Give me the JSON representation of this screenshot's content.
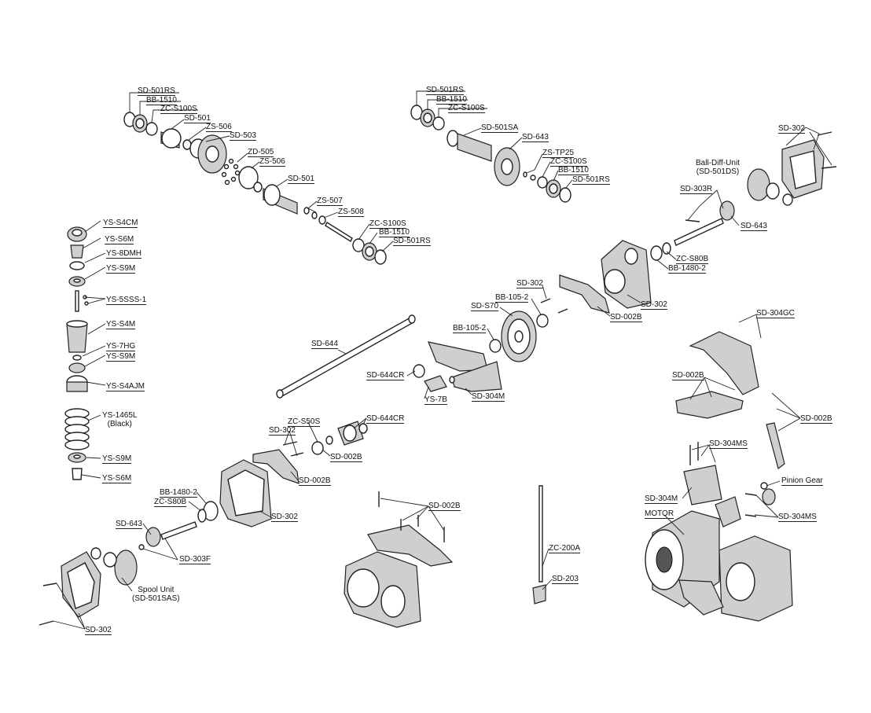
{
  "labels": {
    "a_sd501rs": "SD-501RS",
    "a_bb1510": "BB-1510",
    "a_zcs100s": "ZC-S100S",
    "a_sd501": "SD-501",
    "a_zs506": "ZS-506",
    "a_sd503": "SD-503",
    "a_zd505": "ZD-505",
    "a_zs506b": "ZS-506",
    "a_sd501b": "SD-501",
    "a_zs507": "ZS-507",
    "a_zs508": "ZS-508",
    "a_zcs100sb": "ZC-S100S",
    "a_bb1510b": "BB-1510",
    "a_sd501rsb": "SD-501RS",
    "b_sd501rs": "SD-501RS",
    "b_bb1510": "BB-1510",
    "b_zcs100s": "ZC-S100S",
    "b_sd501sa": "SD-501SA",
    "b_sd643": "SD-643",
    "b_zstp25": "ZS-TP25",
    "b_zcs100s2": "ZC-S100S",
    "b_bb1510b": "BB-1510",
    "b_sd501rsb": "SD-501RS",
    "c_sd302": "SD-302",
    "c_balldiff": "Ball-Diff-Unit",
    "c_balldiff_code": "(SD-501DS)",
    "c_sd303r": "SD-303R",
    "c_sd643": "SD-643",
    "c_zcs80b": "ZC-S80B",
    "c_bb14802": "BB-1480-2",
    "c_sd302b": "SD-302",
    "d_sd302": "SD-302",
    "d_bb1052": "BB-105-2",
    "d_sds70": "SD-S70",
    "d_sd002b": "SD-002B",
    "d_bb1052b": "BB-105-2",
    "d_sd644": "SD-644",
    "d_sd644cr": "SD-644CR",
    "d_ys7b": "YS-7B",
    "d_sd304m": "SD-304M",
    "s_ys4cm": "YS-S4CM",
    "s_ys6m": "YS-S6M",
    "s_ys8dmh": "YS-8DMH",
    "s_ys9m": "YS-S9M",
    "s_ys5sss1": "YS-5SSS-1",
    "s_ys4m": "YS-S4M",
    "s_ys7hg": "YS-7HG",
    "s_ys9mb": "YS-S9M",
    "s_ys4ajm": "YS-S4AJM",
    "s_ys1465l": "YS-1465L",
    "s_black": "(Black)",
    "s_ys9mc": "YS-S9M",
    "s_ys6mb": "YS-S6M",
    "e_zcs50s": "ZC-S50S",
    "e_sd302": "SD-302",
    "e_sd644cr": "SD-644CR",
    "e_sd002b": "SD-002B",
    "e_sd002b2": "SD-002B",
    "e_bb14802": "BB-1480-2",
    "e_zcs80b": "ZC-S80B",
    "e_sd302b": "SD-302",
    "e_sd643": "SD-643",
    "e_sd303f": "SD-303F",
    "e_spool": "Spool Unit",
    "e_spool_code": "(SD-501SAS)",
    "e_sd302c": "SD-302",
    "f_sd002b": "SD-002B",
    "f_zc200a": "ZC-200A",
    "f_sd203": "SD-203",
    "g_sd304gc": "SD-304GC",
    "g_sd002b": "SD-002B",
    "g_sd002b2": "SD-002B",
    "g_sd304ms": "SD-304MS",
    "g_pinion": "Pinion Gear",
    "g_sd304m": "SD-304M",
    "g_motor": "MOTOR",
    "g_sd304ms2": "SD-304MS"
  },
  "colors": {
    "ink": "#222222",
    "part": "#cfcfcf",
    "paper": "#ffffff"
  }
}
